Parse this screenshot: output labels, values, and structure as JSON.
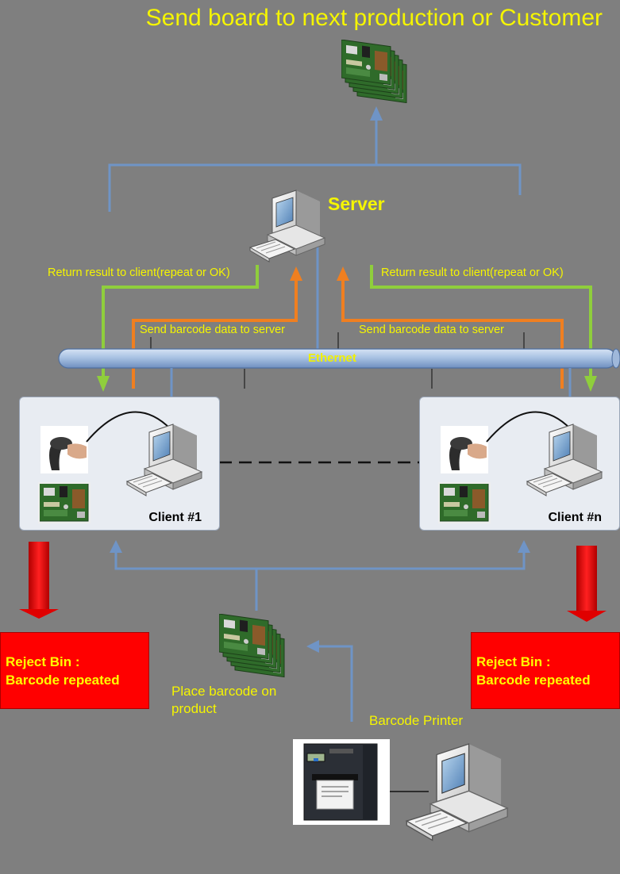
{
  "title": "Send board to next production or Customer",
  "server": {
    "label": "Server"
  },
  "network": {
    "label": "Ethernet"
  },
  "flows": {
    "return_left": "Return result to client(repeat or OK)",
    "return_right": "Return result to client(repeat or OK)",
    "send_left": "Send barcode data to server",
    "send_right": "Send barcode data to server"
  },
  "clients": [
    {
      "label": "Client #1"
    },
    {
      "label": "Client #n"
    }
  ],
  "reject_bins": [
    {
      "line1": "Reject Bin :",
      "line2": "Barcode repeated"
    },
    {
      "line1": "Reject Bin :",
      "line2": "Barcode repeated"
    }
  ],
  "place_barcode": "Place barcode on product",
  "printer": {
    "label": "Barcode Printer"
  },
  "colors": {
    "background": "#7f7f7f",
    "label_text": "#f5f500",
    "blue_line": "#6f94c6",
    "orange_flow": "#f07f20",
    "green_flow": "#8fce3c",
    "reject_bin": "#ff0000"
  },
  "icons": [
    "pc-icon",
    "barcode-scanner-icon",
    "circuit-board-icon",
    "board-stack-icon",
    "label-printer-icon",
    "down-arrow-icon"
  ]
}
